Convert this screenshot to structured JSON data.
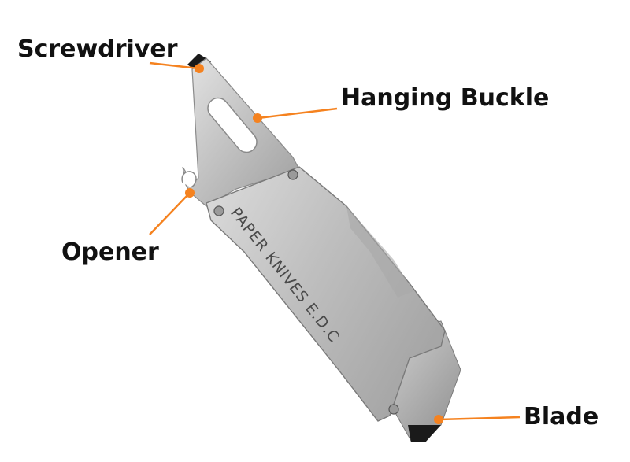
{
  "labels": {
    "screwdriver": "Screwdriver",
    "hanging_buckle": "Hanging Buckle",
    "opener": "Opener",
    "blade": "Blade"
  },
  "engraving": "PAPER KNIVES E.D.C",
  "colors": {
    "pointer": "#f5821f",
    "label_text": "#111111",
    "metal": "#c9c9c9",
    "blade_edge": "#1a1a1a"
  }
}
